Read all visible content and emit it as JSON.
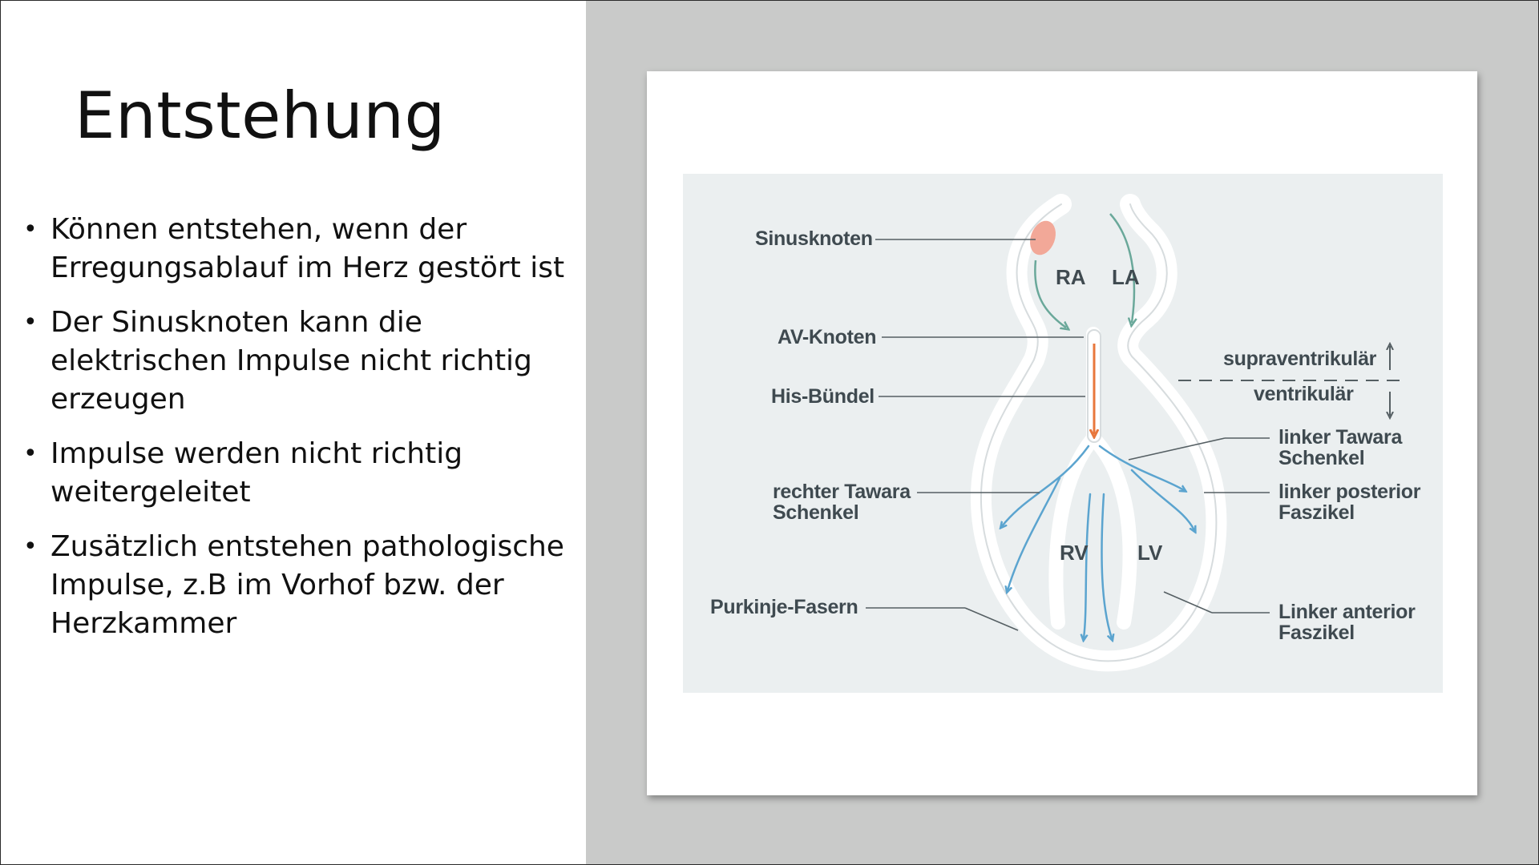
{
  "slide": {
    "title": "Entstehung",
    "bullets": [
      "Können entstehen, wenn der Erregungsablauf im Herz gestört ist",
      "Der Sinusknoten kann die elektrischen Impulse nicht richtig erzeugen",
      "Impulse werden nicht richtig weitergeleitet",
      "Zusätzlich entstehen pathologische Impulse, z.B im Vorhof bzw. der Herzkammer"
    ]
  },
  "diagram": {
    "chambers": {
      "ra": "RA",
      "la": "LA",
      "rv": "RV",
      "lv": "LV"
    },
    "labels": {
      "sinusknoten": "Sinusknoten",
      "av_knoten": "AV-Knoten",
      "his_buendel": "His-Bündel",
      "rechter_tawara_1": "rechter Tawara",
      "rechter_tawara_2": "Schenkel",
      "purkinje": "Purkinje-Fasern",
      "supraventrikulaer": "supraventrikulär",
      "ventrikulaer": "ventrikulär",
      "linker_tawara_1": "linker Tawara",
      "linker_tawara_2": "Schenkel",
      "linker_posterior_1": "linker posterior",
      "linker_posterior_2": "Faszikel",
      "linker_anterior_1": "Linker anterior",
      "linker_anterior_2": "Faszikel"
    },
    "colors": {
      "outline": "#ffffff",
      "septum": "#ffffff",
      "sinus_node": "#f2a898",
      "his_bundle": "#e8773c",
      "conduction_fibers": "#5ba4cf",
      "atrial_arrows": "#6aa89a",
      "leader_lines": "#555f63",
      "background": "#ebeff0"
    }
  }
}
